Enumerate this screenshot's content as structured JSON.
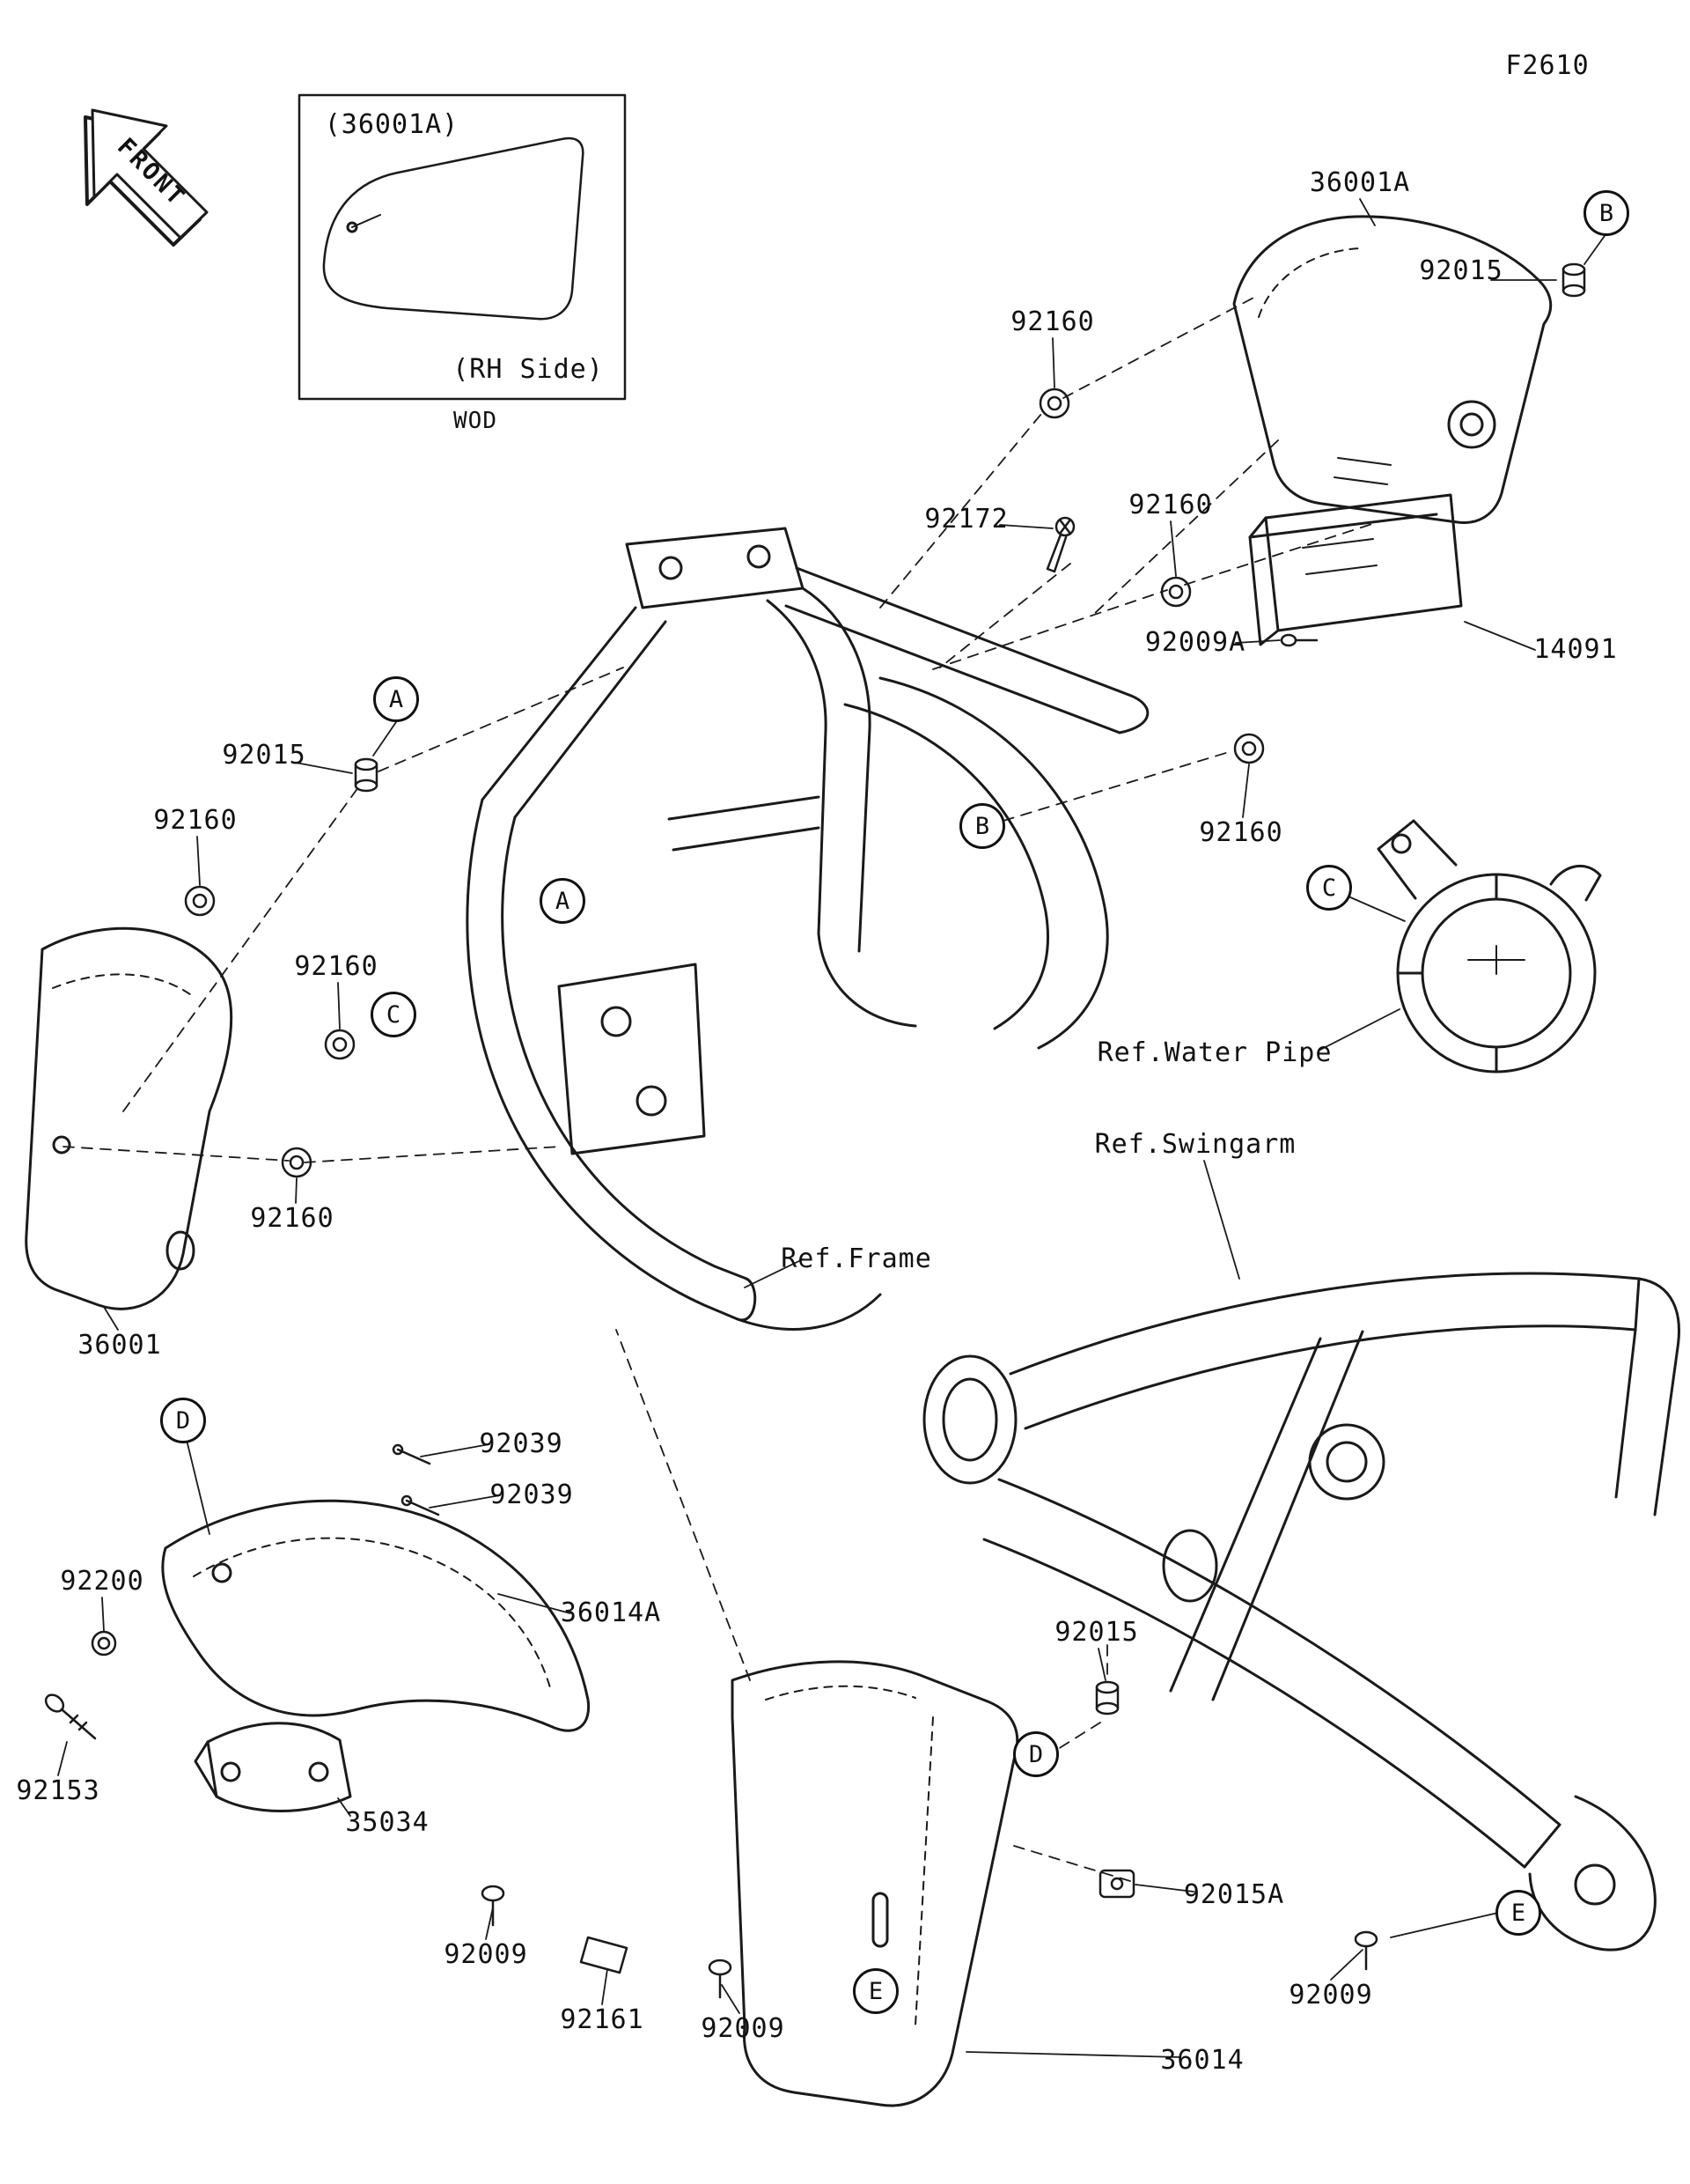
{
  "page": {
    "code": "F2610",
    "front_label": "FRONT",
    "background": "#ffffff",
    "line_color": "#1a1a1a"
  },
  "inset": {
    "title": "(36001A)",
    "side_note": "(RH Side)",
    "watermark": "WOD"
  },
  "references": {
    "water_pipe": "Ref.Water Pipe",
    "swingarm": "Ref.Swingarm",
    "frame": "Ref.Frame"
  },
  "markers": {
    "a": "A",
    "b": "B",
    "c": "C",
    "d": "D",
    "e": "E"
  },
  "callouts": [
    {
      "id": "36001A",
      "text": "36001A"
    },
    {
      "id": "92015-top",
      "text": "92015"
    },
    {
      "id": "92160-top",
      "text": "92160"
    },
    {
      "id": "92172",
      "text": "92172"
    },
    {
      "id": "92160-upper-mid",
      "text": "92160"
    },
    {
      "id": "92009A",
      "text": "92009A"
    },
    {
      "id": "14091",
      "text": "14091"
    },
    {
      "id": "92015-left",
      "text": "92015"
    },
    {
      "id": "92160-left-upper",
      "text": "92160"
    },
    {
      "id": "92160-right",
      "text": "92160"
    },
    {
      "id": "92160-left-mid",
      "text": "92160"
    },
    {
      "id": "92160-left-lower",
      "text": "92160"
    },
    {
      "id": "36001",
      "text": "36001"
    },
    {
      "id": "92039-upper",
      "text": "92039"
    },
    {
      "id": "92039-lower",
      "text": "92039"
    },
    {
      "id": "92200",
      "text": "92200"
    },
    {
      "id": "36014A",
      "text": "36014A"
    },
    {
      "id": "92015-mid",
      "text": "92015"
    },
    {
      "id": "92153",
      "text": "92153"
    },
    {
      "id": "35034",
      "text": "35034"
    },
    {
      "id": "92015A",
      "text": "92015A"
    },
    {
      "id": "92009-left",
      "text": "92009"
    },
    {
      "id": "92161",
      "text": "92161"
    },
    {
      "id": "92009-center",
      "text": "92009"
    },
    {
      "id": "92009-right",
      "text": "92009"
    },
    {
      "id": "36014",
      "text": "36014"
    }
  ]
}
